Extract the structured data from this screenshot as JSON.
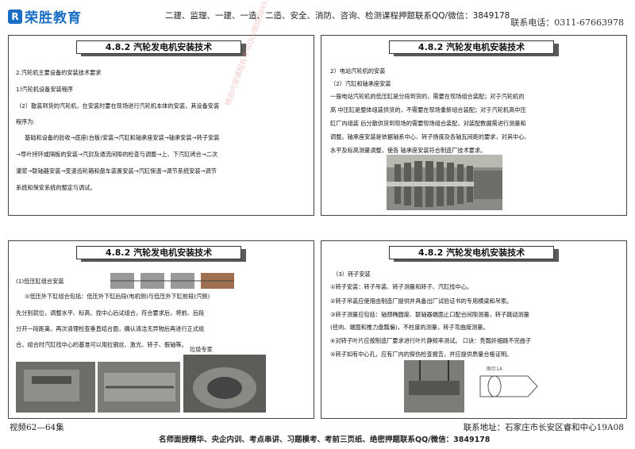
{
  "header": {
    "logo_text": "荣胜教育",
    "center_text": "二建、监理、一建、一造、二造、安全、消防、咨询、检测课程押题联系QQ/微信：3849178",
    "phone": "联系电话：0311-67663978"
  },
  "panels": [
    {
      "title": "4.8.2 汽轮发电机安装技术",
      "lines": [
        "2.汽轮机主要设备的安装技术要求",
        "1)汽轮机设备安装程序",
        "（2）散装到货的汽轮机，在安装时要在现场进行汽轮机本体的安装，其设备安装",
        "程序为:",
        "基础和设备的验收→底座(台板)安装→汽缸和轴承座安装→轴承安装→转子安装",
        "→导叶持环或隔板的安装→汽封及通流间隙的检查与调整→上、下汽缸闭合→二次",
        "灌浆→联轴器安装→变速齿轮箱和盘车装置安装→汽缸保温→调节系统安装→调节",
        "系统和保安系统的整定与调试。"
      ]
    },
    {
      "title": "4.8.2 汽轮发电机安装技术",
      "lines": [
        "2）电站汽轮机的安装",
        "（2）汽缸和轴承座安装",
        "一般电站汽轮机的低压缸是分段到货的，需要在现场组合装配；对于汽轮机的",
        "高 中压缸是整体组装供货的，不需要在现场重新组合装配；对于汽轮机高中压",
        "缸厂内组装 后分散供货到现场的需要现场组合装配，对装配数据需进行测量和",
        "调整。轴承座安装是依据轴系中心、转子扬度及各轴瓦间距的要求，对其中心、",
        "水平及标高测量调整，使各 轴承座安装符合制造厂技术要求。"
      ]
    },
    {
      "title": "4.8.2 汽轮发电机安装技术",
      "lines": [
        "(1)低压缸组合安装",
        "①低压外下缸组合包括：低压外下缸后段(电机侧)与低压外下缸前段(汽侧)",
        "先分别就位，调整水平、标高、找中心后试组合，符合要求后，将前、后段",
        "分开一段距离，再次清理检查垂直结合面，确认清洁无异物后再进行正式组",
        "合。组合时汽缸找中心的基准可以用拉钢丝、激光、转子、假轴等。"
      ],
      "photo_caption": "垃圾专家"
    },
    {
      "title": "4.8.2 汽轮发电机安装技术",
      "lines": [
        "（3）转子安装",
        "①转子安装：转子吊装、转子测量和转子、汽缸找中心。",
        "②转子吊装应使用由制造厂提供并具备出厂试验证书的专用横梁和吊索。",
        "③转子测量应包括：轴颈椭圆度、联轴器端面止口配合间隙测量，转子跳动测量",
        "(径向、端面和推力盘瓢偏)，不柱度的测量，转子弯曲度测量。",
        "④对转子叶片应按制造厂要求进行叶片静频率测试。    口诀：秃瓢奸细跳不完曲子",
        "⑤转子如有中心孔，应有厂内的探伤检查报告，并应提供质量合格证明。"
      ],
      "diagram_label": "图示1A"
    }
  ],
  "watermark": "精品内部课程各考试QQ/微信3849178",
  "footer": {
    "left": "视频62—64集",
    "right": "联系地址：石家庄市长安区睿和中心19A08",
    "bottom": "名师面授精华、央企内训、考点串讲、习题模考、考前三页纸、绝密押题联系QQ/微信：3849178"
  }
}
